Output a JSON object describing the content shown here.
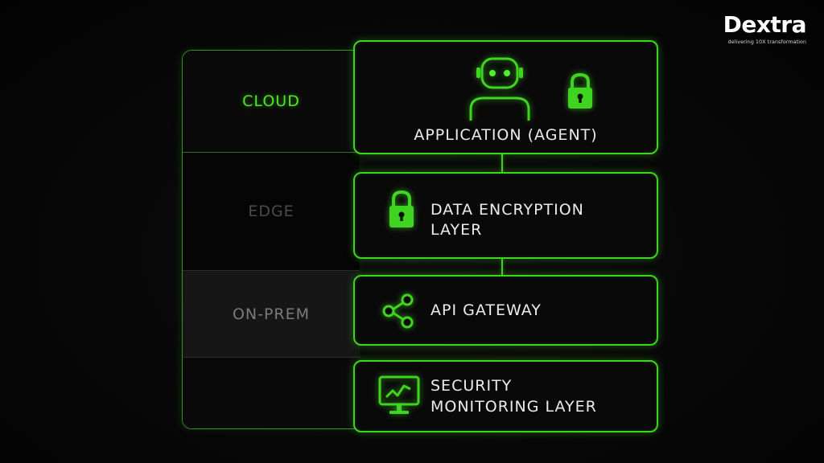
{
  "brand": {
    "name": "Dextra",
    "tagline": "delivering 10X transformation"
  },
  "zones": [
    {
      "label": "CLOUD"
    },
    {
      "label": "EDGE"
    },
    {
      "label": "ON-PREM"
    },
    {
      "label": ""
    }
  ],
  "layers": {
    "application": {
      "label": "APPLICATION (AGENT)",
      "icons": [
        "robot-agent-icon",
        "padlock-icon"
      ]
    },
    "encryption": {
      "line1": "DATA ENCRYPTION",
      "line2": "LAYER",
      "icons": [
        "padlock-icon"
      ]
    },
    "gateway": {
      "label": "API GATEWAY",
      "icons": [
        "share-nodes-icon"
      ]
    },
    "security": {
      "line1": "SECURITY",
      "line2": "MONITORING LAYER",
      "icons": [
        "monitor-chart-icon"
      ]
    }
  },
  "colors": {
    "accent": "#3fd41f",
    "background": "#060606",
    "text": "#ececec",
    "zone_cloud_text": "#4ee62b",
    "zone_edge_text": "#4b4b4b",
    "zone_onprem_text": "#7a7a7a"
  }
}
